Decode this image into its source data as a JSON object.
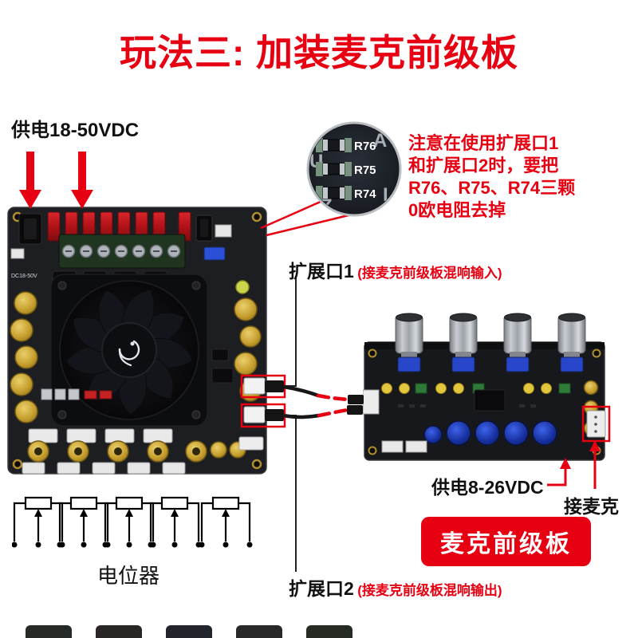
{
  "title": "玩法三: 加装麦克前级板",
  "colors": {
    "accent_red": "#e60012"
  },
  "labels": {
    "power_main": "供电18-50VDC",
    "port1_name": "扩展口1",
    "port1_desc": "(接麦克前级板混响输入)",
    "port2_name": "扩展口2",
    "port2_desc": "(接麦克前级板混响输出)",
    "power_preamp": "供电8-26VDC",
    "mic": "接麦克",
    "preamp_badge": "麦克前级板",
    "potentiometer": "电位器"
  },
  "note": {
    "lines": [
      "注意在使用扩展口1",
      "和扩展口2时，要把",
      "R76、R75、R74三颗",
      "0欧电阻去掉"
    ]
  },
  "magnifier": {
    "resistors": [
      "R76",
      "R75",
      "R74"
    ],
    "silk_letters": [
      "A",
      "U",
      "Z",
      "L"
    ]
  },
  "boards": {
    "main": {
      "silk": "DC18-50V"
    }
  }
}
